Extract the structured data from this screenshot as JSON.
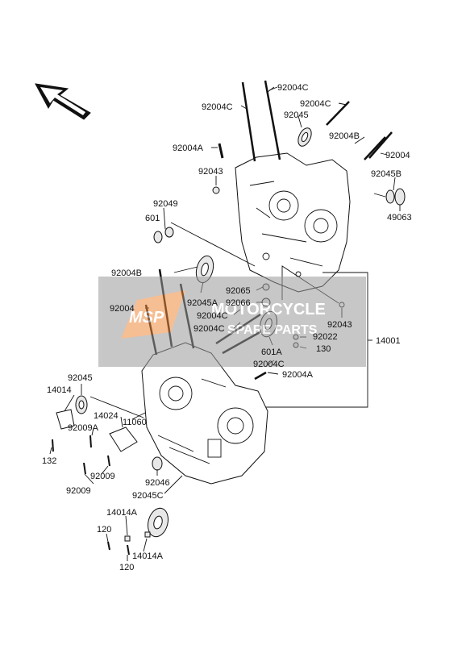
{
  "watermark": {
    "line1": "MOTORCYCLE",
    "line2": "SPARE PARTS",
    "logo_text": "MSP",
    "color": "#f08a3c",
    "band_color": "#9a9a9a"
  },
  "direction_icon": "front-direction-arrow",
  "part_labels": [
    {
      "id": "l01",
      "text": "92004C"
    },
    {
      "id": "l02",
      "text": "92004C"
    },
    {
      "id": "l03",
      "text": "92004C"
    },
    {
      "id": "l04",
      "text": "92045"
    },
    {
      "id": "l05",
      "text": "92004B"
    },
    {
      "id": "l06",
      "text": "92004A"
    },
    {
      "id": "l07",
      "text": "92004"
    },
    {
      "id": "l08",
      "text": "92043"
    },
    {
      "id": "l09",
      "text": "92045B"
    },
    {
      "id": "l10",
      "text": "92049"
    },
    {
      "id": "l11",
      "text": "601"
    },
    {
      "id": "l12",
      "text": "49063"
    },
    {
      "id": "l13",
      "text": "92004B"
    },
    {
      "id": "l14",
      "text": "92065"
    },
    {
      "id": "l15",
      "text": "92066"
    },
    {
      "id": "l16",
      "text": "92004"
    },
    {
      "id": "l17",
      "text": "92045A"
    },
    {
      "id": "l18",
      "text": "92004C"
    },
    {
      "id": "l19",
      "text": "92004C"
    },
    {
      "id": "l20",
      "text": "92043"
    },
    {
      "id": "l21",
      "text": "92022"
    },
    {
      "id": "l22",
      "text": "130"
    },
    {
      "id": "l23",
      "text": "14001"
    },
    {
      "id": "l24",
      "text": "601A"
    },
    {
      "id": "l25",
      "text": "92004C"
    },
    {
      "id": "l26",
      "text": "92004A"
    },
    {
      "id": "l27",
      "text": "92045"
    },
    {
      "id": "l28",
      "text": "14014"
    },
    {
      "id": "l29",
      "text": "14024"
    },
    {
      "id": "l30",
      "text": "11060"
    },
    {
      "id": "l31",
      "text": "92009A"
    },
    {
      "id": "l32",
      "text": "132"
    },
    {
      "id": "l33",
      "text": "92009"
    },
    {
      "id": "l34",
      "text": "92009"
    },
    {
      "id": "l35",
      "text": "92046"
    },
    {
      "id": "l36",
      "text": "92045C"
    },
    {
      "id": "l37",
      "text": "14014A"
    },
    {
      "id": "l38",
      "text": "120"
    },
    {
      "id": "l39",
      "text": "14014A"
    },
    {
      "id": "l40",
      "text": "120"
    }
  ]
}
